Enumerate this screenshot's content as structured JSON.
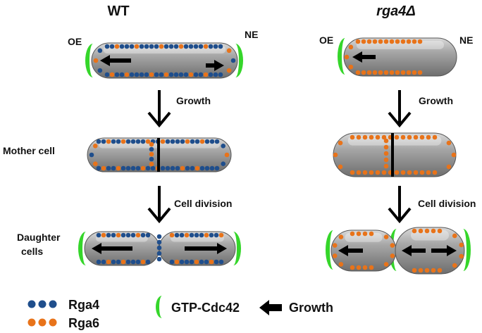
{
  "columns": {
    "wt": {
      "title": "WT"
    },
    "mutant": {
      "title": "rga4Δ"
    }
  },
  "ends": {
    "old_end": "OE",
    "new_end": "NE"
  },
  "steps": {
    "growth": "Growth",
    "division": "Cell division"
  },
  "row_labels": {
    "mother": "Mother cell",
    "daughter_1": "Daughter",
    "daughter_2": "cells"
  },
  "legend": {
    "rga4": {
      "label": "Rga4",
      "color": "#1f4e8c"
    },
    "rga6": {
      "label": "Rga6",
      "color": "#e8731a"
    },
    "cdc42": {
      "label": "GTP-Cdc42",
      "color": "#35d62a"
    },
    "growth": {
      "label": "Growth"
    }
  }
}
